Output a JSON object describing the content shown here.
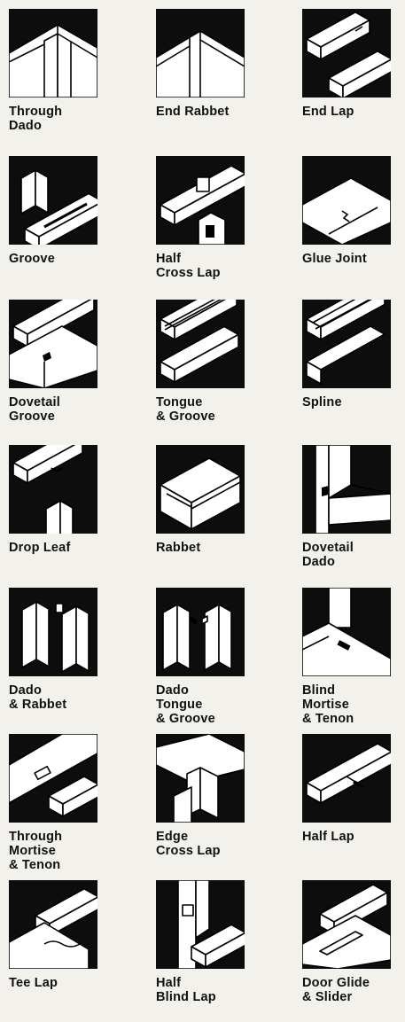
{
  "joints": [
    {
      "label": "Through\nDado",
      "drawing": "through-dado"
    },
    {
      "label": "End Rabbet",
      "drawing": "end-rabbet"
    },
    {
      "label": "End Lap",
      "drawing": "end-lap"
    },
    {
      "label": "Groove",
      "drawing": "groove"
    },
    {
      "label": "Half\nCross Lap",
      "drawing": "half-cross-lap"
    },
    {
      "label": "Glue Joint",
      "drawing": "glue-joint"
    },
    {
      "label": "Dovetail\nGroove",
      "drawing": "dovetail-groove"
    },
    {
      "label": "Tongue\n& Groove",
      "drawing": "tongue-and-groove"
    },
    {
      "label": "Spline",
      "drawing": "spline"
    },
    {
      "label": "Drop Leaf",
      "drawing": "drop-leaf"
    },
    {
      "label": "Rabbet",
      "drawing": "rabbet"
    },
    {
      "label": "Dovetail\nDado",
      "drawing": "dovetail-dado"
    },
    {
      "label": "Dado\n& Rabbet",
      "drawing": "dado-and-rabbet"
    },
    {
      "label": "Dado\nTongue\n& Groove",
      "drawing": "dado-tongue-and-groove"
    },
    {
      "label": "Blind\nMortise\n& Tenon",
      "drawing": "blind-mortise-and-tenon"
    },
    {
      "label": "Through\nMortise\n& Tenon",
      "drawing": "through-mortise-and-tenon"
    },
    {
      "label": "Edge\nCross Lap",
      "drawing": "edge-cross-lap"
    },
    {
      "label": "Half Lap",
      "drawing": "half-lap"
    },
    {
      "label": "Tee Lap",
      "drawing": "tee-lap"
    },
    {
      "label": "Half\nBlind Lap",
      "drawing": "half-blind-lap"
    },
    {
      "label": "Door Glide\n& Slider",
      "drawing": "door-glide-and-slider"
    }
  ]
}
